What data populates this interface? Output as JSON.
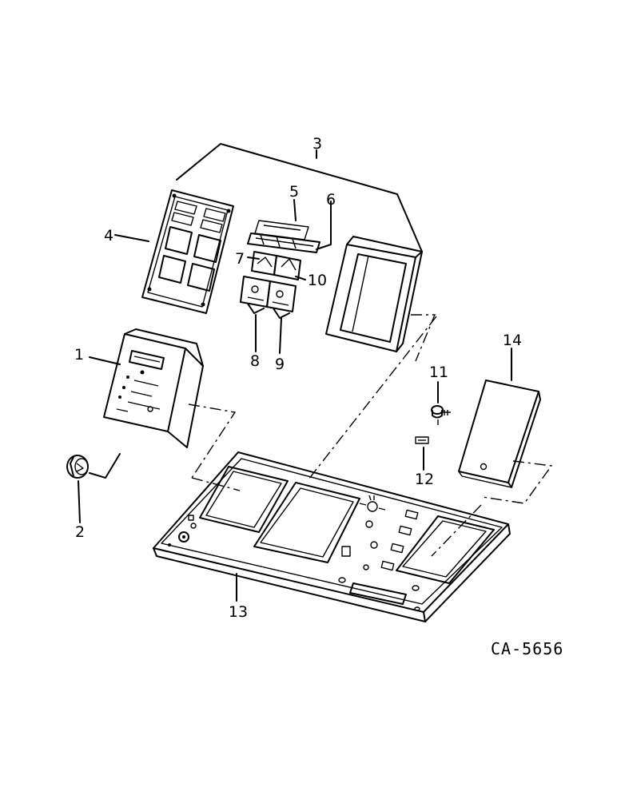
{
  "diagram": {
    "callouts": [
      "1",
      "2",
      "3",
      "4",
      "5",
      "6",
      "7",
      "8",
      "9",
      "10",
      "11",
      "12",
      "13",
      "14"
    ],
    "figure_code": "CA-5656"
  }
}
